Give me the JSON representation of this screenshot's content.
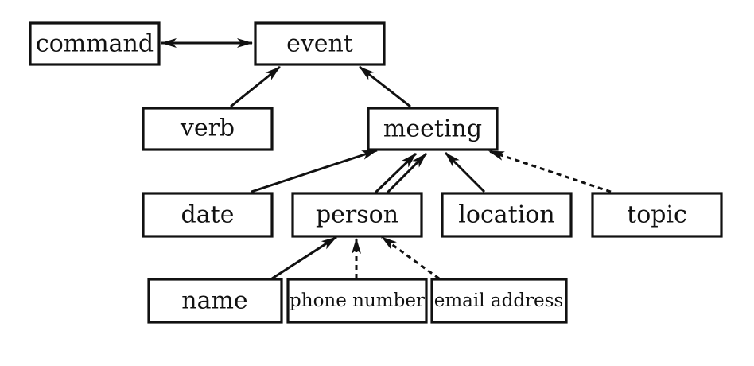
{
  "diagram": {
    "nodes": {
      "command": "command",
      "event": "event",
      "verb": "verb",
      "meeting": "meeting",
      "date": "date",
      "person": "person",
      "location": "location",
      "topic": "topic",
      "name": "name",
      "phone_number": "phone number",
      "email_address": "email address"
    },
    "edges": [
      {
        "from": "command",
        "to": "event",
        "style": "solid",
        "direction": "both"
      },
      {
        "from": "verb",
        "to": "event",
        "style": "solid",
        "direction": "forward"
      },
      {
        "from": "meeting",
        "to": "event",
        "style": "solid",
        "direction": "forward"
      },
      {
        "from": "date",
        "to": "meeting",
        "style": "solid",
        "direction": "forward"
      },
      {
        "from": "person",
        "to": "meeting",
        "style": "double",
        "direction": "forward"
      },
      {
        "from": "location",
        "to": "meeting",
        "style": "solid",
        "direction": "forward"
      },
      {
        "from": "topic",
        "to": "meeting",
        "style": "dashed",
        "direction": "forward"
      },
      {
        "from": "name",
        "to": "person",
        "style": "solid",
        "direction": "forward"
      },
      {
        "from": "phone_number",
        "to": "person",
        "style": "dashed",
        "direction": "forward"
      },
      {
        "from": "email_address",
        "to": "person",
        "style": "dashed",
        "direction": "forward"
      }
    ]
  }
}
